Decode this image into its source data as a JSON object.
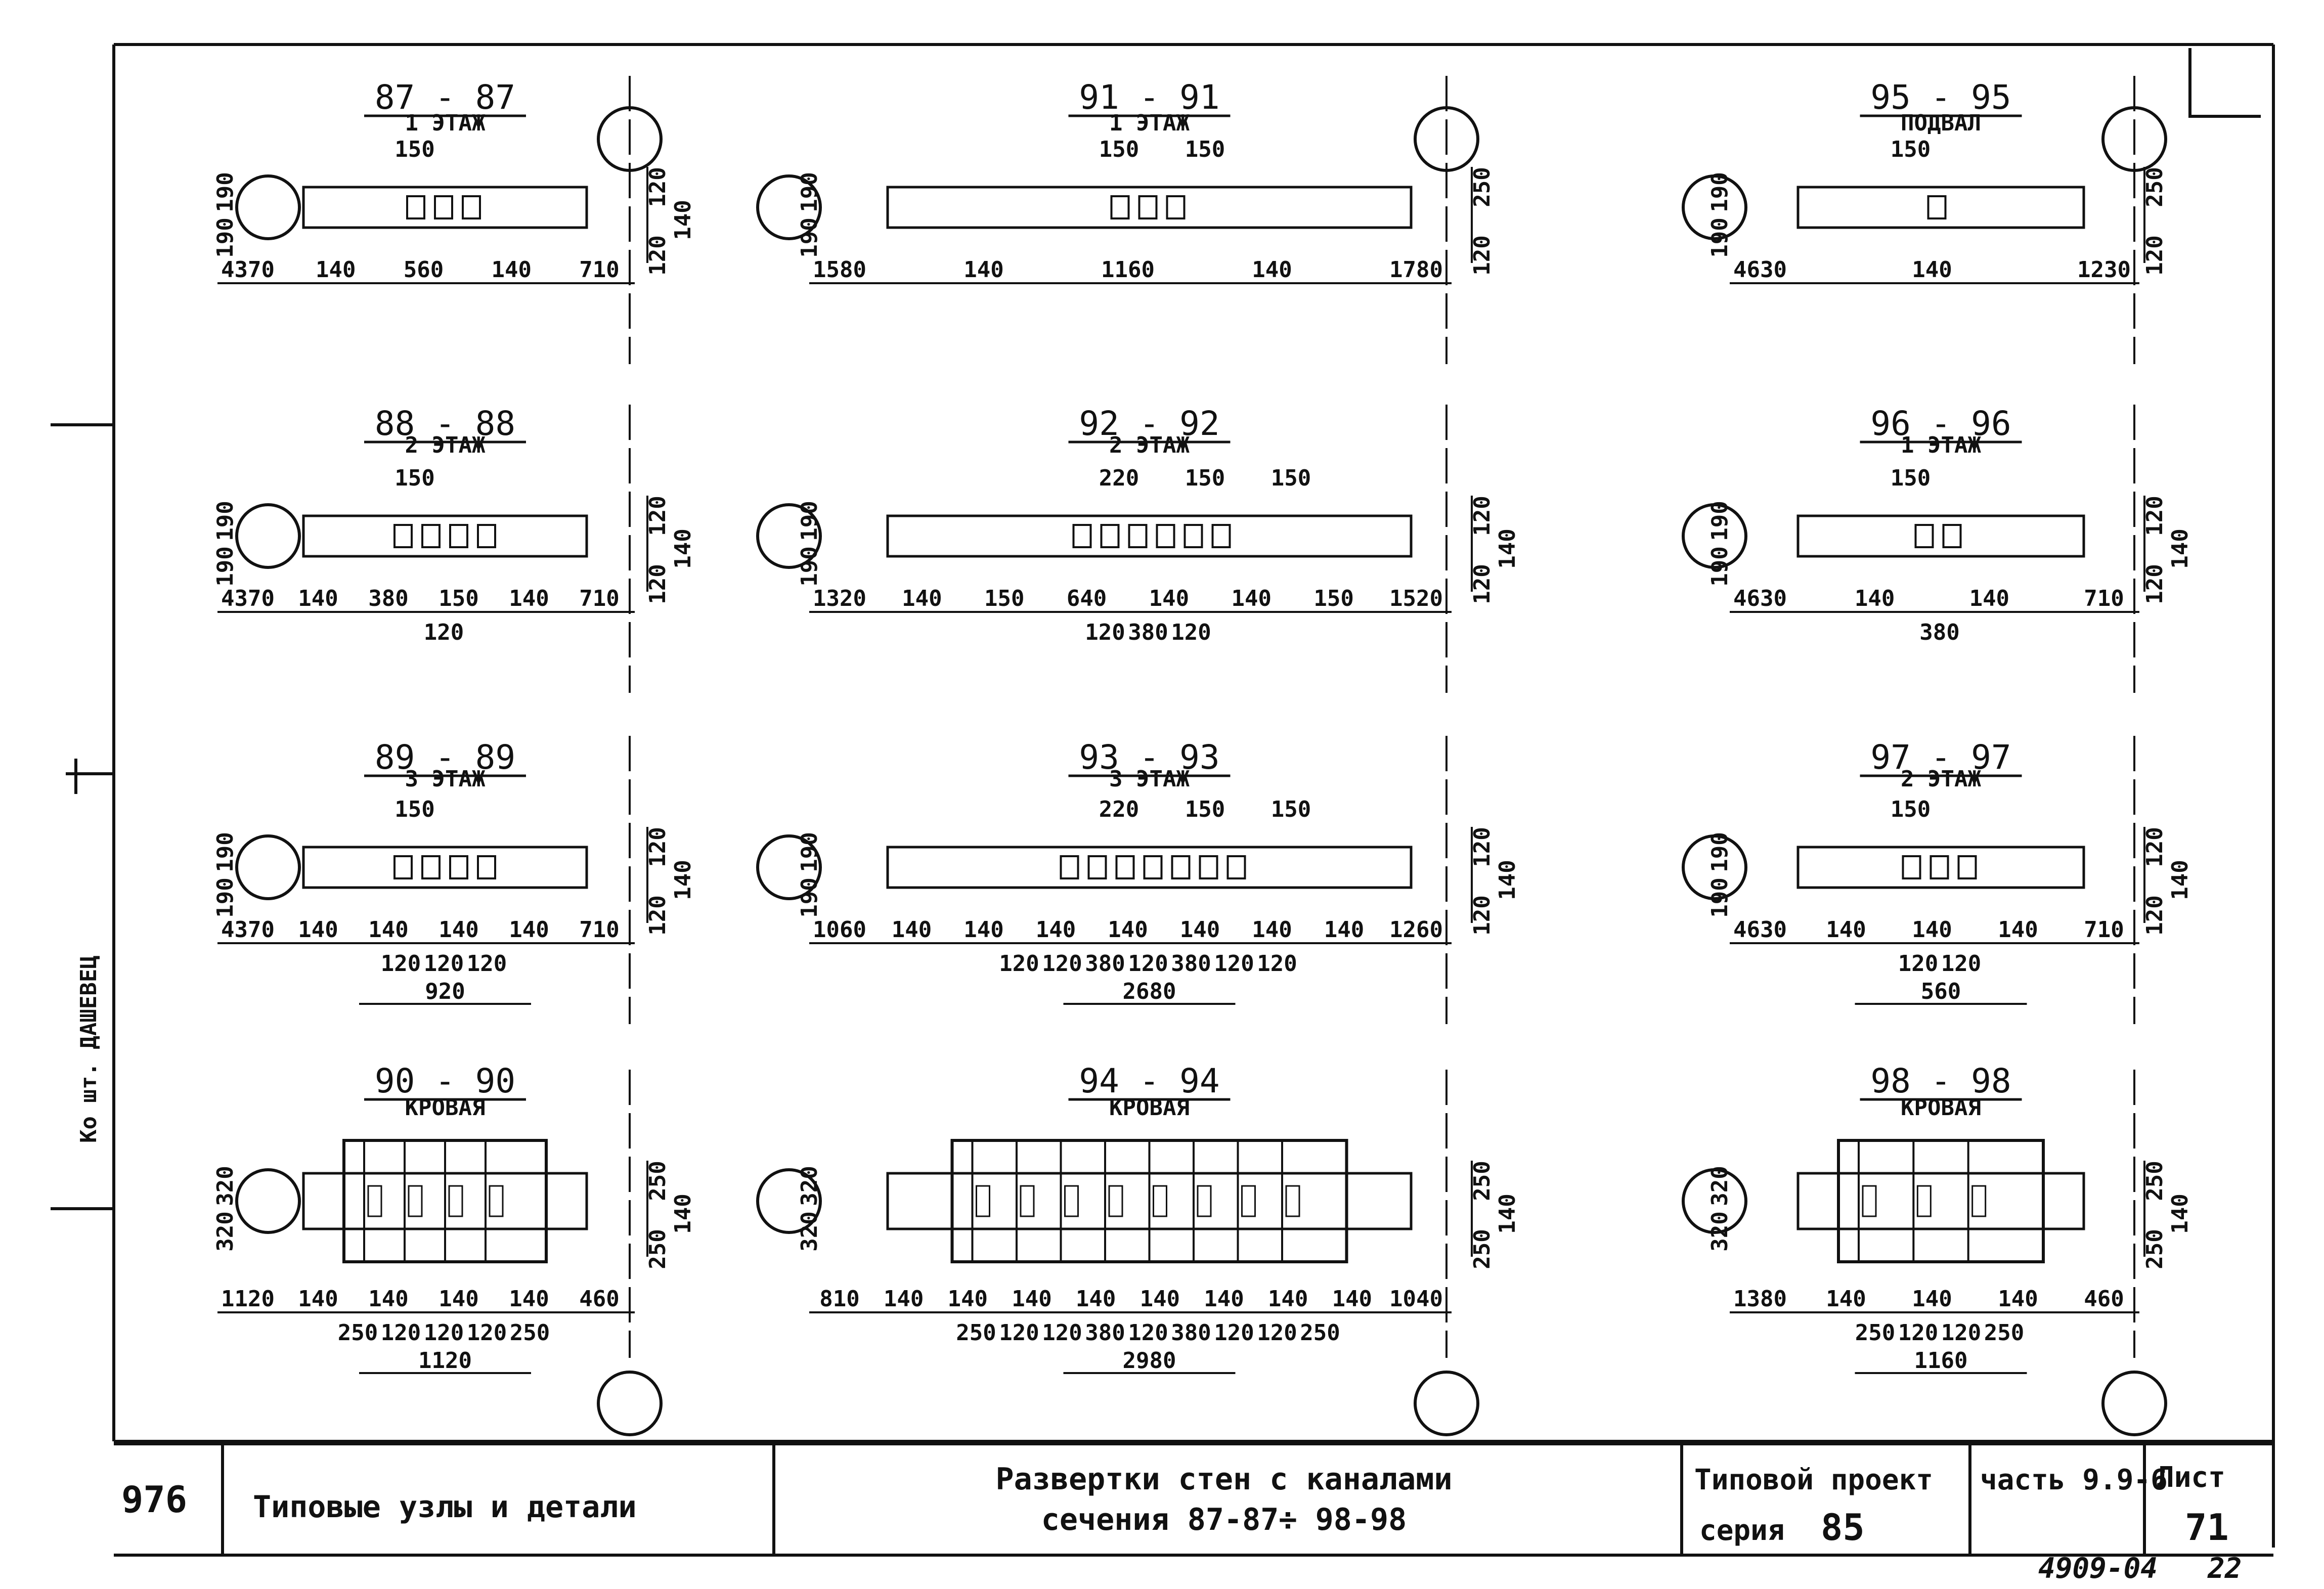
{
  "sections": [
    {
      "id": "87",
      "label": "87 - 87",
      "floor": "1 ЭТАЖ",
      "wall_gap": [
        190,
        190
      ],
      "thk": [
        120,
        120
      ],
      "tot": "140",
      "width_row": [
        4370,
        140,
        560,
        140,
        710
      ],
      "top_notes": [
        "150"
      ],
      "sub_notes": [],
      "total": ""
    },
    {
      "id": "88",
      "label": "88 - 88",
      "floor": "2 ЭТАЖ",
      "wall_gap": [
        190,
        190
      ],
      "thk": [
        120,
        120
      ],
      "tot": "140",
      "width_row": [
        4370,
        140,
        380,
        150,
        140,
        710
      ],
      "top_notes": [
        "150"
      ],
      "sub_notes": [
        "120"
      ],
      "total": ""
    },
    {
      "id": "89",
      "label": "89 - 89",
      "floor": "3 ЭТАЖ",
      "wall_gap": [
        190,
        190
      ],
      "thk": [
        120,
        120
      ],
      "tot": "140",
      "width_row": [
        4370,
        140,
        140,
        140,
        140,
        710
      ],
      "top_notes": [
        "150"
      ],
      "sub_notes": [
        "120",
        "120",
        "120"
      ],
      "total": "920"
    },
    {
      "id": "90",
      "label": "90 - 90",
      "floor": "КРОВАЯ",
      "wall_gap": [
        320,
        320
      ],
      "thk": [
        250,
        250
      ],
      "tot": "140",
      "width_row": [
        1120,
        140,
        140,
        140,
        140,
        460
      ],
      "top_notes": [],
      "sub_notes": [
        "250",
        "120",
        "120",
        "120",
        "250"
      ],
      "total": "1120"
    },
    {
      "id": "91",
      "label": "91 - 91",
      "floor": "1 ЭТАЖ",
      "wall_gap": [
        190,
        190
      ],
      "thk": [
        250,
        120
      ],
      "tot": "",
      "width_row": [
        1580,
        140,
        1160,
        140,
        1780
      ],
      "top_notes": [
        "150",
        "150"
      ],
      "sub_notes": [],
      "total": ""
    },
    {
      "id": "92",
      "label": "92 - 92",
      "floor": "2 ЭТАЖ",
      "wall_gap": [
        190,
        190
      ],
      "thk": [
        120,
        120
      ],
      "tot": "140",
      "width_row": [
        1320,
        140,
        150,
        640,
        140,
        140,
        150,
        1520
      ],
      "top_notes": [
        "220",
        "150",
        "150"
      ],
      "sub_notes": [
        "120",
        "380",
        "120"
      ],
      "total": ""
    },
    {
      "id": "93",
      "label": "93 - 93",
      "floor": "3 ЭТАЖ",
      "wall_gap": [
        190,
        190
      ],
      "thk": [
        120,
        120
      ],
      "tot": "140",
      "width_row": [
        1060,
        140,
        140,
        140,
        140,
        140,
        140,
        140,
        1260
      ],
      "top_notes": [
        "220",
        "150",
        "150"
      ],
      "sub_notes": [
        "120",
        "120",
        "380",
        "120",
        "380",
        "120",
        "120"
      ],
      "total": "2680"
    },
    {
      "id": "94",
      "label": "94 - 94",
      "floor": "КРОВАЯ",
      "wall_gap": [
        320,
        320
      ],
      "thk": [
        250,
        250
      ],
      "tot": "140",
      "width_row": [
        810,
        140,
        140,
        140,
        140,
        140,
        140,
        140,
        140,
        1040
      ],
      "top_notes": [],
      "sub_notes": [
        "250",
        "120",
        "120",
        "380",
        "120",
        "380",
        "120",
        "120",
        "250"
      ],
      "total": "2980"
    },
    {
      "id": "95",
      "label": "95 - 95",
      "floor": "ПОДВАЛ",
      "wall_gap": [
        190,
        190
      ],
      "thk": [
        250,
        120
      ],
      "tot": "",
      "width_row": [
        4630,
        140,
        1230
      ],
      "top_notes": [
        "150"
      ],
      "sub_notes": [],
      "total": ""
    },
    {
      "id": "96",
      "label": "96 - 96",
      "floor": "1 ЭТАЖ",
      "wall_gap": [
        190,
        190
      ],
      "thk": [
        120,
        120
      ],
      "tot": "140",
      "width_row": [
        4630,
        140,
        140,
        710
      ],
      "top_notes": [
        "150"
      ],
      "sub_notes": [
        "380"
      ],
      "total": ""
    },
    {
      "id": "97",
      "label": "97 - 97",
      "floor": "2 ЭТАЖ",
      "wall_gap": [
        190,
        190
      ],
      "thk": [
        120,
        120
      ],
      "tot": "140",
      "width_row": [
        4630,
        140,
        140,
        140,
        710
      ],
      "top_notes": [
        "150"
      ],
      "sub_notes": [
        "120",
        "120"
      ],
      "total": "560"
    },
    {
      "id": "98",
      "label": "98 - 98",
      "floor": "КРОВАЯ",
      "wall_gap": [
        320,
        320
      ],
      "thk": [
        250,
        250
      ],
      "tot": "140",
      "width_row": [
        1380,
        140,
        140,
        140,
        460
      ],
      "top_notes": [],
      "sub_notes": [
        "250",
        "120",
        "120",
        "250"
      ],
      "total": "1160"
    }
  ],
  "title_block": {
    "stamp": "976",
    "left": "Типовые узлы и детали",
    "center_line1": "Развертки стен с каналами",
    "center_line2": "сечения 87-87÷ 98-98",
    "project": "Типовой проект",
    "series_label": "серия",
    "series_value": "85",
    "part": "часть 9.9-6",
    "sheet_label": "Лист",
    "sheet_value": "71"
  },
  "sheet_footer": "4909-04",
  "sheet_footer_right": "22",
  "margin_note": "Ко шт. ДАШЕВЕЦ"
}
